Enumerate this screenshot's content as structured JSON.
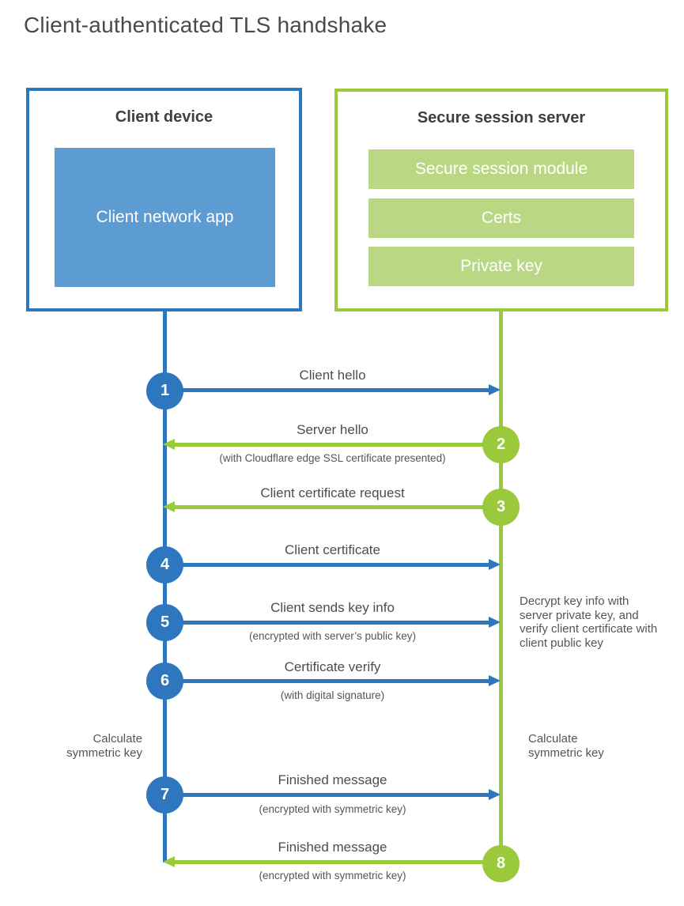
{
  "title": "Client-authenticated TLS handshake",
  "colors": {
    "blue": "#2e77be",
    "blue_light": "#5d9bd3",
    "green": "#9aca3b",
    "green_light": "#bad784"
  },
  "client_box": {
    "title": "Client device",
    "inner_label": "Client network app"
  },
  "server_box": {
    "title": "Secure session server",
    "modules": [
      "Secure session module",
      "Certs",
      "Private key"
    ]
  },
  "side_notes": {
    "calculate_left": "Calculate symmetric key",
    "calculate_right": "Calculate symmetric key",
    "decrypt_note": "Decrypt key info with server private key, and verify client certificate with client public key"
  },
  "messages": [
    {
      "number": "1",
      "label": "Client hello",
      "direction": "right",
      "color": "blue"
    },
    {
      "number": "2",
      "label": "Server hello",
      "sublabel": "(with Cloudflare edge SSL certificate presented)",
      "direction": "left",
      "color": "green"
    },
    {
      "number": "3",
      "label": "Client certificate request",
      "direction": "left",
      "color": "green"
    },
    {
      "number": "4",
      "label": "Client certificate",
      "direction": "right",
      "color": "blue"
    },
    {
      "number": "5",
      "label": "Client sends key info",
      "sublabel": "(encrypted with server’s public key)",
      "direction": "right",
      "color": "blue"
    },
    {
      "number": "6",
      "label": "Certificate verify",
      "sublabel": "(with digital signature)",
      "direction": "right",
      "color": "blue"
    },
    {
      "number": "7",
      "label": "Finished message",
      "sublabel": "(encrypted with symmetric key)",
      "direction": "right",
      "color": "blue"
    },
    {
      "number": "8",
      "label": "Finished message",
      "sublabel": "(encrypted with symmetric key)",
      "direction": "left",
      "color": "green"
    }
  ]
}
